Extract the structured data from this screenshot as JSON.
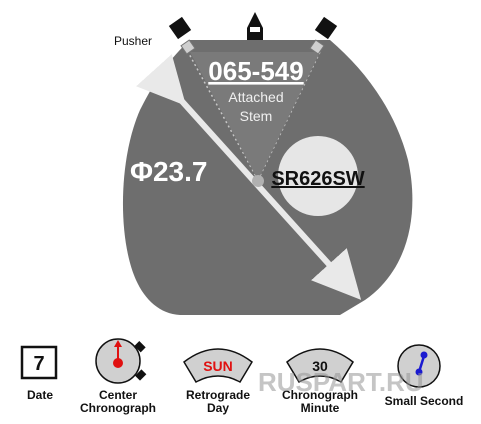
{
  "movement": {
    "caliber": "065-549",
    "stem_label_1": "Attached",
    "stem_label_2": "Stem",
    "pusher_label": "Pusher",
    "diameter": "Φ23.7",
    "battery": "SR626SW"
  },
  "functions": [
    {
      "name": "Date",
      "icon_value": "7"
    },
    {
      "name_line1": "Center",
      "name_line2": "Chronograph"
    },
    {
      "name_line1": "Retrograde",
      "name_line2": "Day",
      "icon_value": "SUN"
    },
    {
      "name_line1": "Chronograph",
      "name_line2": "Minute",
      "icon_value": "30"
    },
    {
      "name": "Small Second"
    }
  ],
  "watermark": "RUSPART.RU",
  "colors": {
    "movement_fill": "#6e6e6e",
    "battery_fill": "#e6e6e6",
    "arrow": "#e9e9e9",
    "hand_red": "#e01010",
    "hand_blue": "#1a1ad0",
    "icon_grey": "#d0d0d0"
  }
}
